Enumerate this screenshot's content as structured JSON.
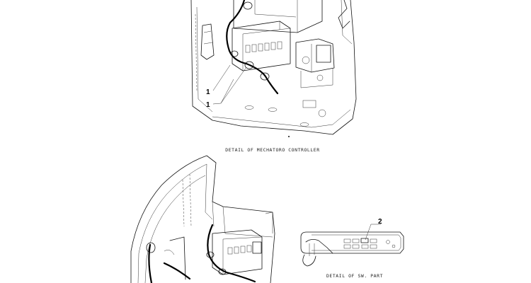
{
  "captions": {
    "top": "DETAIL OF MECHATORO CONTROLLER",
    "bottom": "DETAIL OF SW. PART"
  },
  "callouts": {
    "a": "1",
    "b": "1",
    "c": "2"
  }
}
